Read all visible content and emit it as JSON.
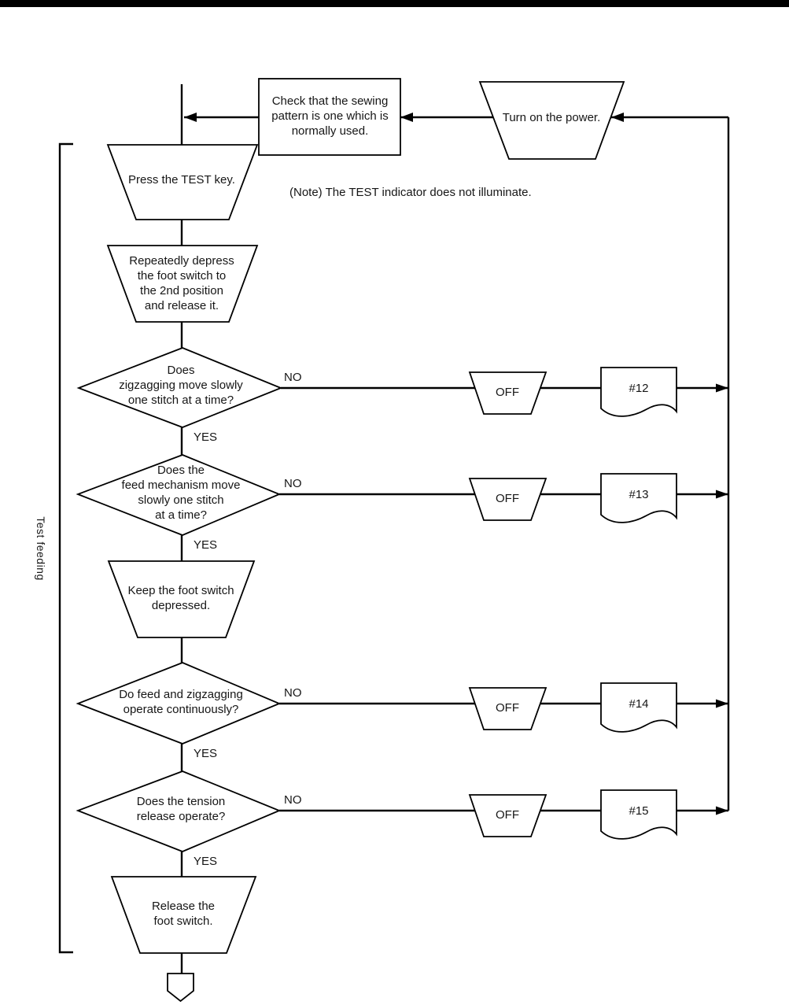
{
  "colors": {
    "background": "#ffffff",
    "top_bar": "#000000",
    "line": "#000000",
    "text": "#161616"
  },
  "side_label": "Test feeding",
  "note_text": "(Note) The TEST indicator does not illuminate.",
  "start": {
    "power_step": "Turn on the power.",
    "check_step": "Check that the sewing\npattern is one which is\nnormally used."
  },
  "steps": {
    "press_test": "Press the TEST key.",
    "depress_foot": "Repeatedly depress\nthe foot switch to\nthe 2nd position\nand release it.",
    "keep_foot": "Keep the foot switch\ndepressed.",
    "release_foot": "Release the\nfoot switch."
  },
  "decisions": [
    {
      "question": "Does\nzigzagging move slowly\none stitch at a time?",
      "no_label": "NO",
      "yes_label": "YES",
      "action": "OFF",
      "ref": "#12"
    },
    {
      "question": "Does the\nfeed mechanism move\nslowly one stitch\nat a time?",
      "no_label": "NO",
      "yes_label": "YES",
      "action": "OFF",
      "ref": "#13"
    },
    {
      "question": "Do feed and zigzagging\noperate continuously?",
      "no_label": "NO",
      "yes_label": "YES",
      "action": "OFF",
      "ref": "#14"
    },
    {
      "question": "Does the tension\nrelease operate?",
      "no_label": "NO",
      "yes_label": "YES",
      "action": "OFF",
      "ref": "#15"
    }
  ]
}
